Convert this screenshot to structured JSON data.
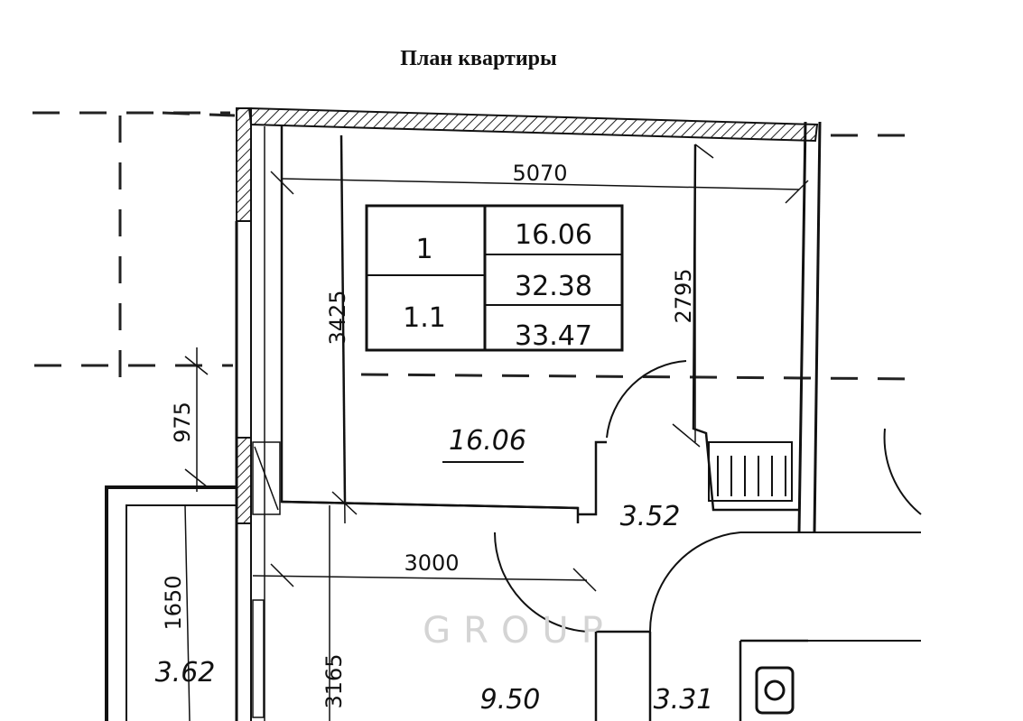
{
  "title": "План квартиры",
  "info_table": {
    "apartment_number": "1",
    "apartment_type": "1.1",
    "living_area": "16.06",
    "total_area": "32.38",
    "area_with_balcony": "33.47"
  },
  "rooms": {
    "living_room": "16.06",
    "hallway": "3.52",
    "kitchen": "9.50",
    "bathroom": "3.31",
    "balcony": "3.62"
  },
  "dimensions": {
    "living_width": "5070",
    "living_depth": "3425",
    "closet_depth": "2795",
    "wall_offset": "975",
    "kitchen_width": "3000",
    "balcony_width": "1650",
    "kitchen_depth": "3165"
  },
  "watermark": "GROUP"
}
